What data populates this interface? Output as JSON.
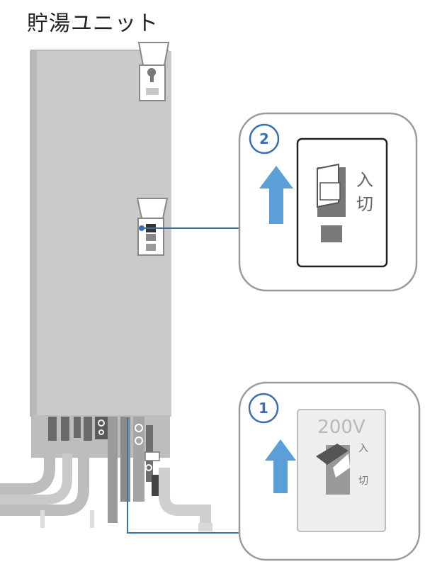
{
  "title": "貯湯ユニット",
  "callouts": [
    {
      "number": "2",
      "switch_on": "入",
      "switch_off": "切"
    },
    {
      "number": "1",
      "voltage": "200V",
      "switch_on": "入",
      "switch_off": "切"
    }
  ],
  "colors": {
    "unit_body": "#c8c8c8",
    "unit_shadow": "#a9a9a9",
    "pipe": "#bdbdbd",
    "pipe_dark": "#6a6a6a",
    "leader_line": "#3a6fb0",
    "callout_border": "#9a9a9a",
    "number_circle": "#3a6fb0",
    "arrow": "#5b9fd8"
  },
  "icons": [
    "arrow-up-icon",
    "toggle-switch-icon",
    "breaker-switch-icon"
  ]
}
